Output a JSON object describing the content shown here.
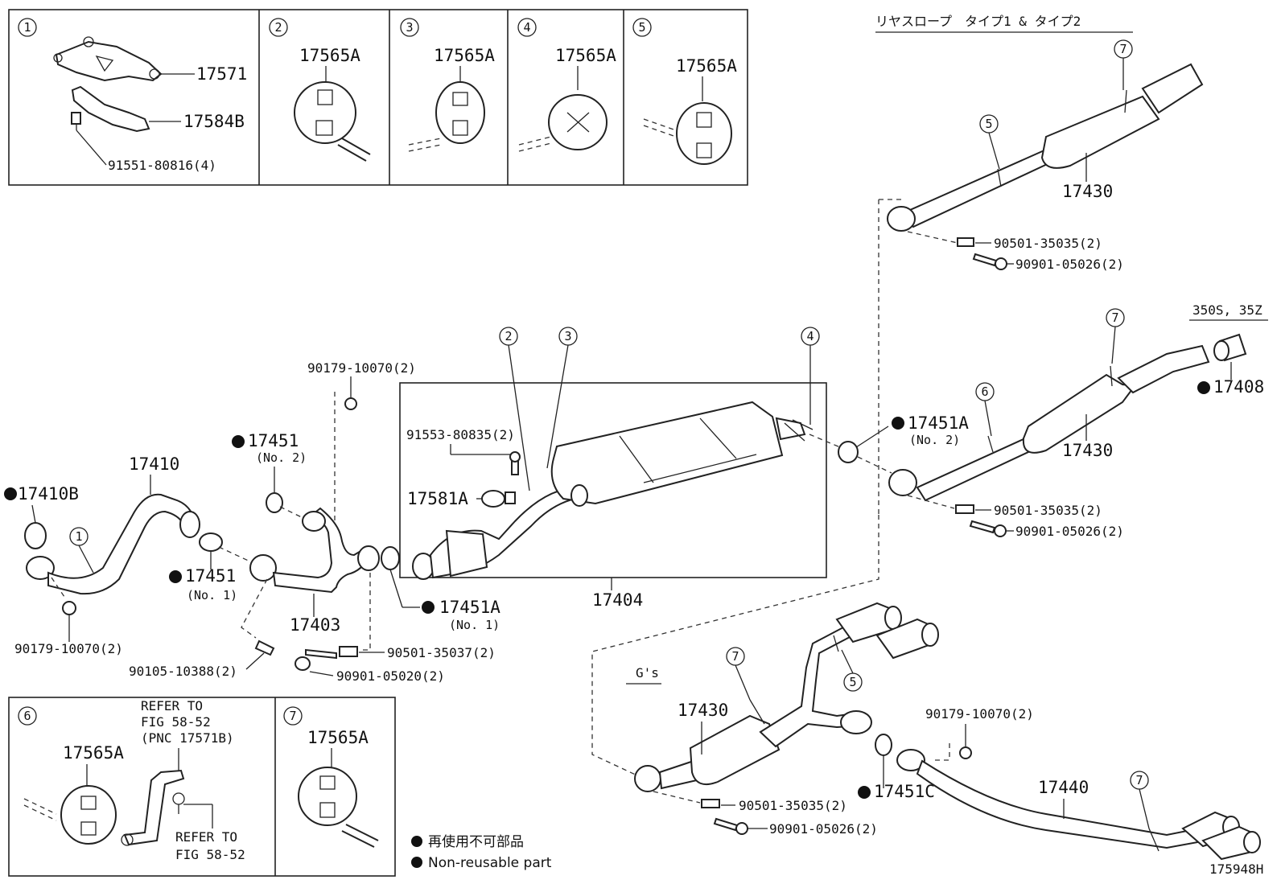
{
  "diagram_id": "175948H",
  "inset_numbers": [
    "1",
    "2",
    "3",
    "4",
    "5",
    "6",
    "7"
  ],
  "inset1": {
    "part_a": "17571",
    "part_b": "17584B",
    "bolt": "91551-80816(4)"
  },
  "inset_hanger_part": "17565A",
  "inset6": {
    "refer1": "REFER TO",
    "refer2": "FIG 58-52",
    "refer3": "(PNC 17571B)",
    "refer4": "REFER TO",
    "refer5": "FIG 58-52"
  },
  "main": {
    "p17410": "17410",
    "p17410B": "17410B",
    "p17451_no2": "17451",
    "p17451_no2_cap": "(No. 2)",
    "p17451_no1": "17451",
    "p17451_no1_cap": "(No. 1)",
    "p17403": "17403",
    "p90179_a": "90179-10070(2)",
    "p90179_b": "90179-10070(2)",
    "p90179_c": "90179-10070(2)",
    "p90105": "90105-10388(2)",
    "p90501_37": "90501-35037(2)",
    "p90901_20": "90901-05020(2)",
    "p17451A_no1": "17451A",
    "p17451A_no1_cap": "(No. 1)",
    "p17404": "17404",
    "p91553": "91553-80835(2)",
    "p17581A": "17581A",
    "p17451A_no2": "17451A",
    "p17451A_no2_cap": "(No. 2)",
    "upper_variant": "リヤスロープ　タイプ1 & タイプ2",
    "p17430_a": "17430",
    "p90501_35_a": "90501-35035(2)",
    "p90901_26_a": "90901-05026(2)",
    "mid_variant": "350S, 35Z",
    "p17408": "17408",
    "p17430_b": "17430",
    "p90501_35_b": "90501-35035(2)",
    "p90901_26_b": "90901-05026(2)",
    "lower_variant": "G's",
    "p17430_c": "17430",
    "p17451C": "17451C",
    "p90501_35_c": "90501-35035(2)",
    "p90901_26_c": "90901-05026(2)",
    "p17440": "17440"
  },
  "legend": {
    "jp": "再使用不可部品",
    "en": "Non-reusable part"
  }
}
